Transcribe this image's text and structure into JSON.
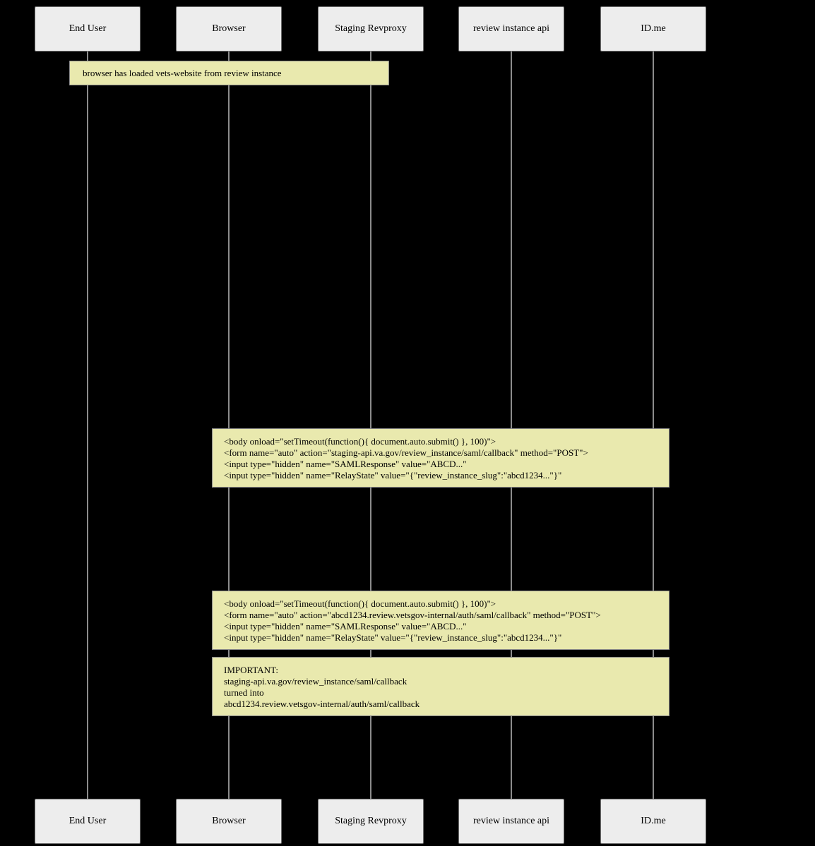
{
  "diagram": {
    "type": "sequence-diagram",
    "participants": [
      {
        "label": "End User"
      },
      {
        "label": "Browser"
      },
      {
        "label": "Staging Revproxy"
      },
      {
        "label": "review instance api"
      },
      {
        "label": "ID.me"
      }
    ],
    "notes": [
      {
        "lines": [
          "browser has loaded vets-website from review instance"
        ]
      },
      {
        "lines": [
          "<body onload=\"setTimeout(function(){ document.auto.submit() }, 100)\">",
          "<form name=\"auto\" action=\"staging-api.va.gov/review_instance/saml/callback\" method=\"POST\">",
          "<input type=\"hidden\" name=\"SAMLResponse\" value=\"ABCD...\"",
          "<input type=\"hidden\" name=\"RelayState\" value=\"{\"review_instance_slug\":\"abcd1234...\"}\""
        ]
      },
      {
        "lines": [
          "<body onload=\"setTimeout(function(){ document.auto.submit() }, 100)\">",
          "<form name=\"auto\" action=\"abcd1234.review.vetsgov-internal/auth/saml/callback\" method=\"POST\">",
          "<input type=\"hidden\" name=\"SAMLResponse\" value=\"ABCD...\"",
          "<input type=\"hidden\" name=\"RelayState\" value=\"{\"review_instance_slug\":\"abcd1234...\"}\""
        ]
      },
      {
        "lines": [
          "IMPORTANT:",
          "staging-api.va.gov/review_instance/saml/callback",
          "turned into",
          "abcd1234.review.vetsgov-internal/auth/saml/callback"
        ]
      }
    ],
    "colors": {
      "background": "#000000",
      "participant_fill": "#ededed",
      "participant_border": "#6e6e6e",
      "note_fill": "#e9e9ae",
      "note_border": "#8a8a8a",
      "lifeline": "#8c8c8c",
      "text": "#000000"
    }
  }
}
